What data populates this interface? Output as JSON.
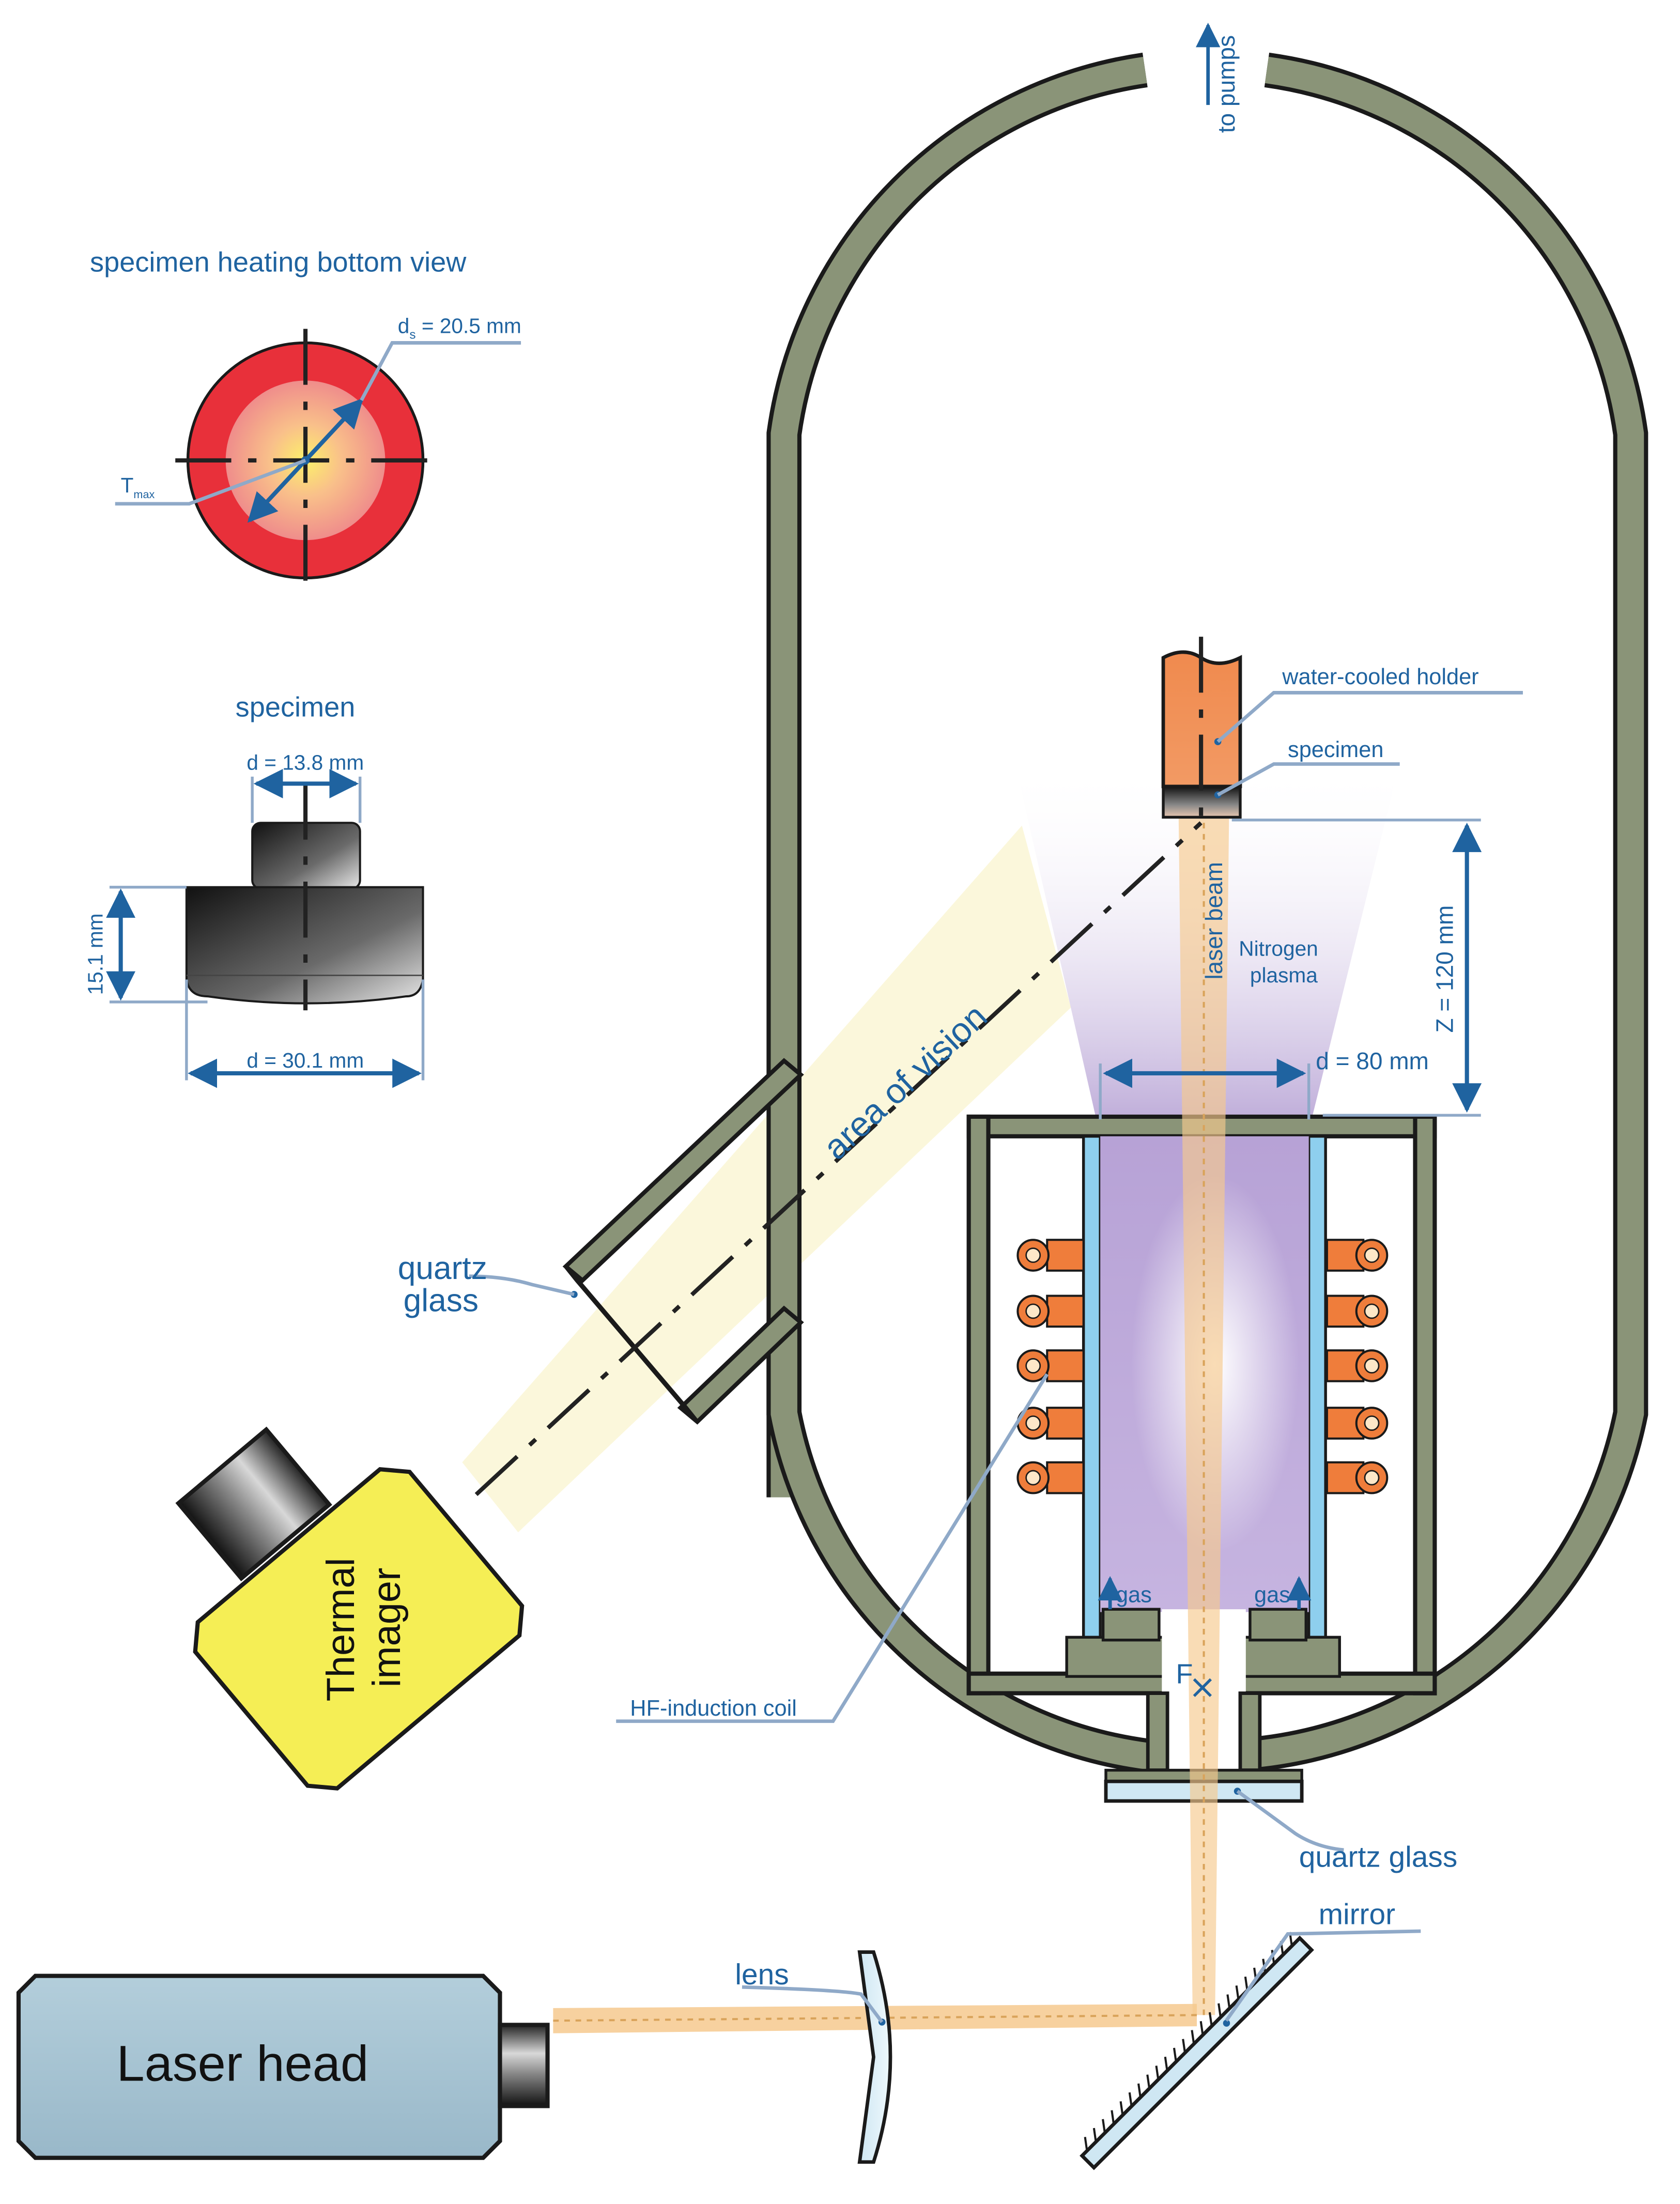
{
  "colors": {
    "chamber_wall": "#8a9478",
    "wall_outline": "#1a1a1a",
    "label_blue": "#1f63a0",
    "coil_orange": "#ef7d3b",
    "holder_orange": "#f08a4e",
    "quartz_blue": "#8ecfee",
    "plasma_violet": "#b9a3d6",
    "laser_beam": "#f6c98e",
    "vision_cone": "#fbf6d6",
    "imager_yellow": "#f5ee55",
    "laser_head": "#a5c1d1",
    "specimen_red": "#e8303a"
  },
  "labels": {
    "to_pumps": "to pumps",
    "water_cooled_holder": "water-cooled holder",
    "specimen_on_holder": "specimen",
    "nitrogen_plasma_line1": "Nitrogen",
    "nitrogen_plasma_line2": "plasma",
    "laser_beam": "laser beam",
    "z_distance": "Z = 120 mm",
    "torch_diameter": "d = 80 mm",
    "area_of_vision": "area of vision",
    "quartz_glass_window_line1": "quartz",
    "quartz_glass_window_line2": "glass",
    "thermal_imager_line1": "Thermal",
    "thermal_imager_line2": "imager",
    "gas_left": "gas",
    "gas_right": "gas",
    "focus_point": "F",
    "hf_induction_coil": "HF-induction coil",
    "quartz_glass_bottom": "quartz glass",
    "mirror": "mirror",
    "lens": "lens",
    "laser_head": "Laser head"
  },
  "heating_view": {
    "title": "specimen heating bottom view",
    "ds_prefix": "d",
    "ds_sub": "s",
    "ds_value": " = 20.5 mm",
    "tmax_prefix": "T",
    "tmax_sub": "max"
  },
  "specimen_view": {
    "title": "specimen",
    "top_diameter": "d = 13.8 mm",
    "height": "15.1 mm",
    "bottom_diameter": "d = 30.1 mm"
  }
}
